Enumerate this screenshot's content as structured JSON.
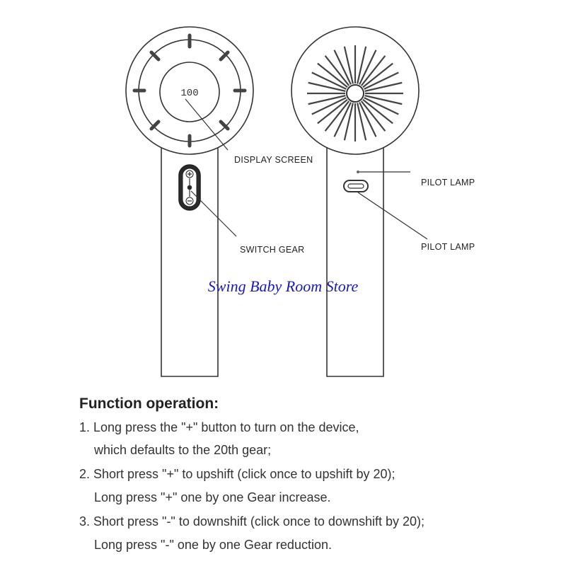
{
  "labels": {
    "display_screen": "DISPLAY SCREEN",
    "switch_gear": "SWITCH GEAR",
    "pilot_lamp_1": "PILOT LAMP",
    "pilot_lamp_2": "PILOT LAMP",
    "display_digits": "100"
  },
  "watermark": "Swing Baby Room Store",
  "function_operation": {
    "title": "Function operation:",
    "lines": [
      "1. Long press the \"+\" button to turn on the device,",
      "which defaults to the 20th gear;",
      "2. Short press \"+\" to upshift (click once to upshift by 20);",
      "Long press \"+\" one by one Gear increase.",
      "3. Short press \"-\" to downshift (click once to downshift by 20);",
      "Long press \"-\" one by one Gear reduction."
    ]
  },
  "icons": [
    "plus-button-icon",
    "minus-button-icon",
    "usb-c-port-icon",
    "fan-grille-icon",
    "display-screen-icon"
  ]
}
